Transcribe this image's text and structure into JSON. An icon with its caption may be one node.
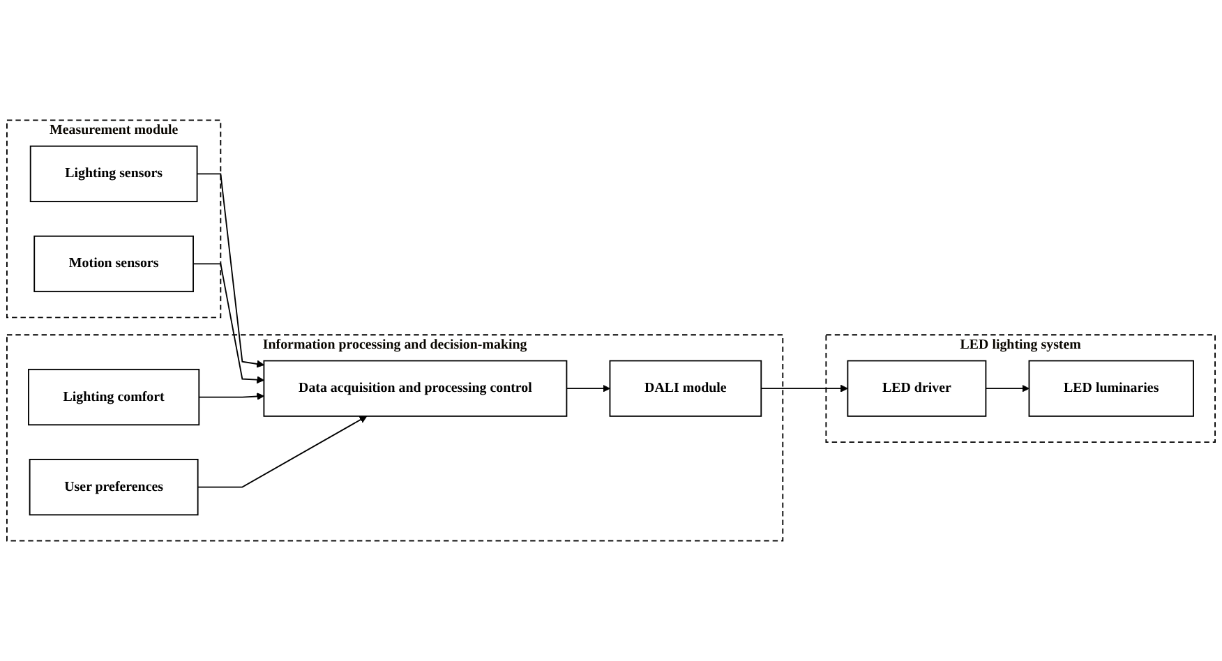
{
  "diagram": {
    "nodes": [
      {
        "text": [
          "Measurement module"
        ]
      },
      {
        "text": [
          "Lighting sensors"
        ],
        "in": 0
      },
      {
        "text": [
          "Motion sensors"
        ],
        "in": 0
      },
      {
        "text": [
          "Information processing and decision-making"
        ]
      },
      {
        "text": [
          "Lighting comfort"
        ],
        "in": 3
      },
      {
        "text": [
          "User preferences"
        ],
        "in": 3
      },
      {
        "text": [
          "Data acquisition and processing control"
        ],
        "in": 3
      },
      {
        "text": [
          "DALI module"
        ],
        "in": 3
      },
      {
        "text": [
          "LED lighting system"
        ]
      },
      {
        "text": [
          "LED luminaries"
        ],
        "in": 8
      },
      {
        "text": [
          "LED driver"
        ],
        "in": 8
      }
    ],
    "edges": [
      {
        "from": 1,
        "to": 6,
        "arrow": "to"
      },
      {
        "from": 2,
        "to": 6,
        "arrow": "to"
      },
      {
        "from": 4,
        "to": 6,
        "arrow": "to"
      },
      {
        "from": 5,
        "to": 6,
        "arrow": "to"
      },
      {
        "from": 6,
        "to": 7,
        "arrow": "to"
      },
      {
        "from": 7,
        "to": 10,
        "arrow": "to"
      },
      {
        "from": 10,
        "to": 9,
        "arrow": "to"
      }
    ]
  }
}
